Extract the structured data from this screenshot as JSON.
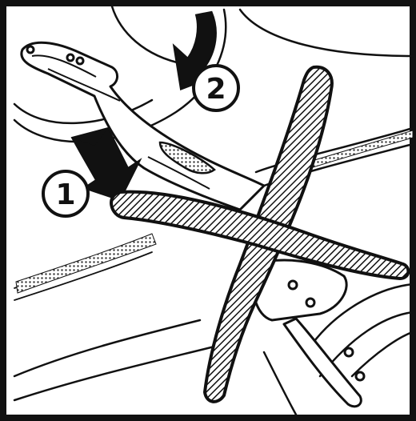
{
  "figure": {
    "steps": [
      {
        "label": "1",
        "meaning": "push-up-arrow"
      },
      {
        "label": "2",
        "meaning": "swing-arrow"
      }
    ],
    "colors": {
      "ink": "#111111",
      "paper": "#ffffff",
      "hatch": "#111111"
    },
    "icons": {
      "arrow_step_1": "thick-arrow-up-right-icon",
      "arrow_step_2": "curved-arrow-down-left-icon",
      "prohibition_cross": "hatched-x-icon"
    }
  }
}
